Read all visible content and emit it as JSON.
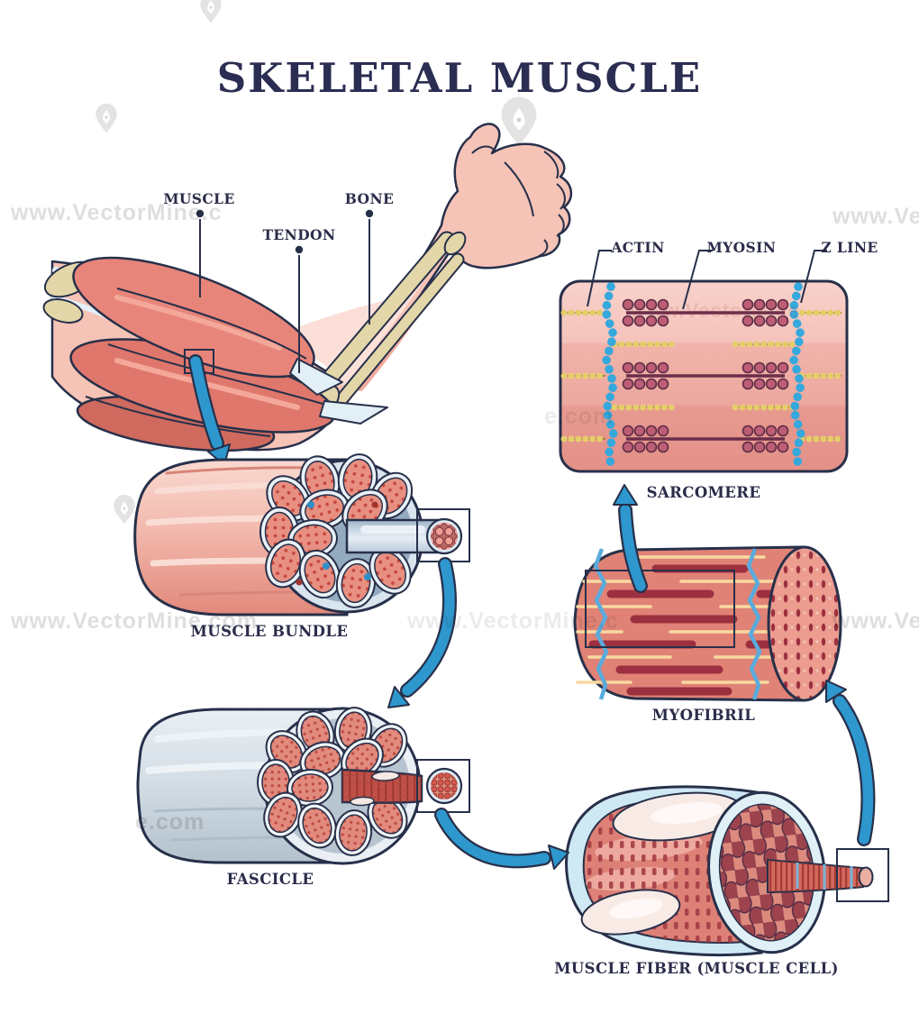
{
  "title": "SKELETAL MUSCLE",
  "arm": {
    "labels": {
      "muscle": "MUSCLE",
      "tendon": "TENDON",
      "bone": "BONE"
    }
  },
  "sarcomere": {
    "labels": {
      "actin": "ACTIN",
      "myosin": "MYOSIN",
      "z_line": "Z LINE"
    },
    "caption": "SARCOMERE"
  },
  "stages": {
    "muscle_bundle": {
      "caption": "MUSCLE BUNDLE"
    },
    "fascicle": {
      "caption": "FASCICLE"
    },
    "myofibril": {
      "caption": "MYOFIBRIL"
    },
    "muscle_fiber": {
      "caption": "MUSCLE FIBER (MUSCLE CELL)"
    }
  },
  "watermarks": {
    "full": "www.VectorMine.com",
    "left_top": "www.VectorMine.c",
    "right_top": "www.Vec",
    "mid_sarcomere": "e.com",
    "left_mid": "www.VectorMine.com",
    "center_mid": "www.VectorMine.c",
    "right_mid": "www.Vec",
    "left_lower": "e.com",
    "panel_overlay": "www.VectorMine"
  },
  "colors": {
    "outline": "#27304a",
    "label_text": "#2b2d4a",
    "title_text": "#2b2d52",
    "arrow_blue": "#2e97ce",
    "muscle_red": "#e8857a",
    "skin": "#f6c3b7",
    "bone_tan": "#e3d6a8",
    "tendon_white": "#e2eff7",
    "panel_pink": "#f2b9b0",
    "z_line_blue": "#35a8dd",
    "actin_yellow": "#e5cd6c",
    "myosin_rose": "#bd5e76",
    "bundle_matrix_blue": "#93aabf",
    "fascicle_body_gray": "#ccd7e0",
    "fiber_red": "#c05048",
    "myofibril_salmon": "#e08276",
    "watermark_gray": "#c9c9c9"
  }
}
